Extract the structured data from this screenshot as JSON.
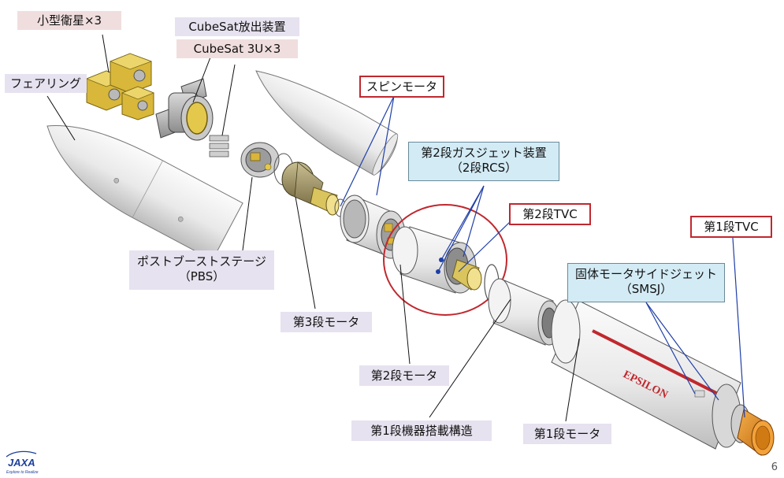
{
  "labels": {
    "small_sats": "小型衛星×3",
    "cubesat_dispenser": "CubeSat放出装置",
    "cubesat_3u": "CubeSat 3U×3",
    "fairing": "フェアリング",
    "spin_motor": "スピンモータ",
    "stage2_rcs_line1": "第2段ガスジェット装置",
    "stage2_rcs_line2": "（2段RCS）",
    "stage2_tvc": "第2段TVC",
    "stage1_tvc": "第1段TVC",
    "smsj_line1": "固体モータサイドジェット",
    "smsj_line2": "（SMSJ）",
    "pbs_line1": "ポストブーストステージ",
    "pbs_line2": "（PBS）",
    "stage3_motor": "第3段モータ",
    "stage2_motor": "第2段モータ",
    "stage1_equipment": "第1段機器搭載構造",
    "stage1_motor": "第1段モータ"
  },
  "vehicle_marking": "EPSILON",
  "logo": {
    "text": "JAXA",
    "tagline": "Explore to Realize"
  },
  "page_number": "6",
  "colors": {
    "label_lavender": "#e7e2ef",
    "label_pink": "#f0dede",
    "label_blue": "#d3ebf5",
    "highlight_red": "#c0282e",
    "leader_blue": "#1f3fa8",
    "nozzle_orange": "#e08a1e",
    "satellite_yellow": "#d8b73a",
    "logo_blue": "#1d3f9a"
  }
}
